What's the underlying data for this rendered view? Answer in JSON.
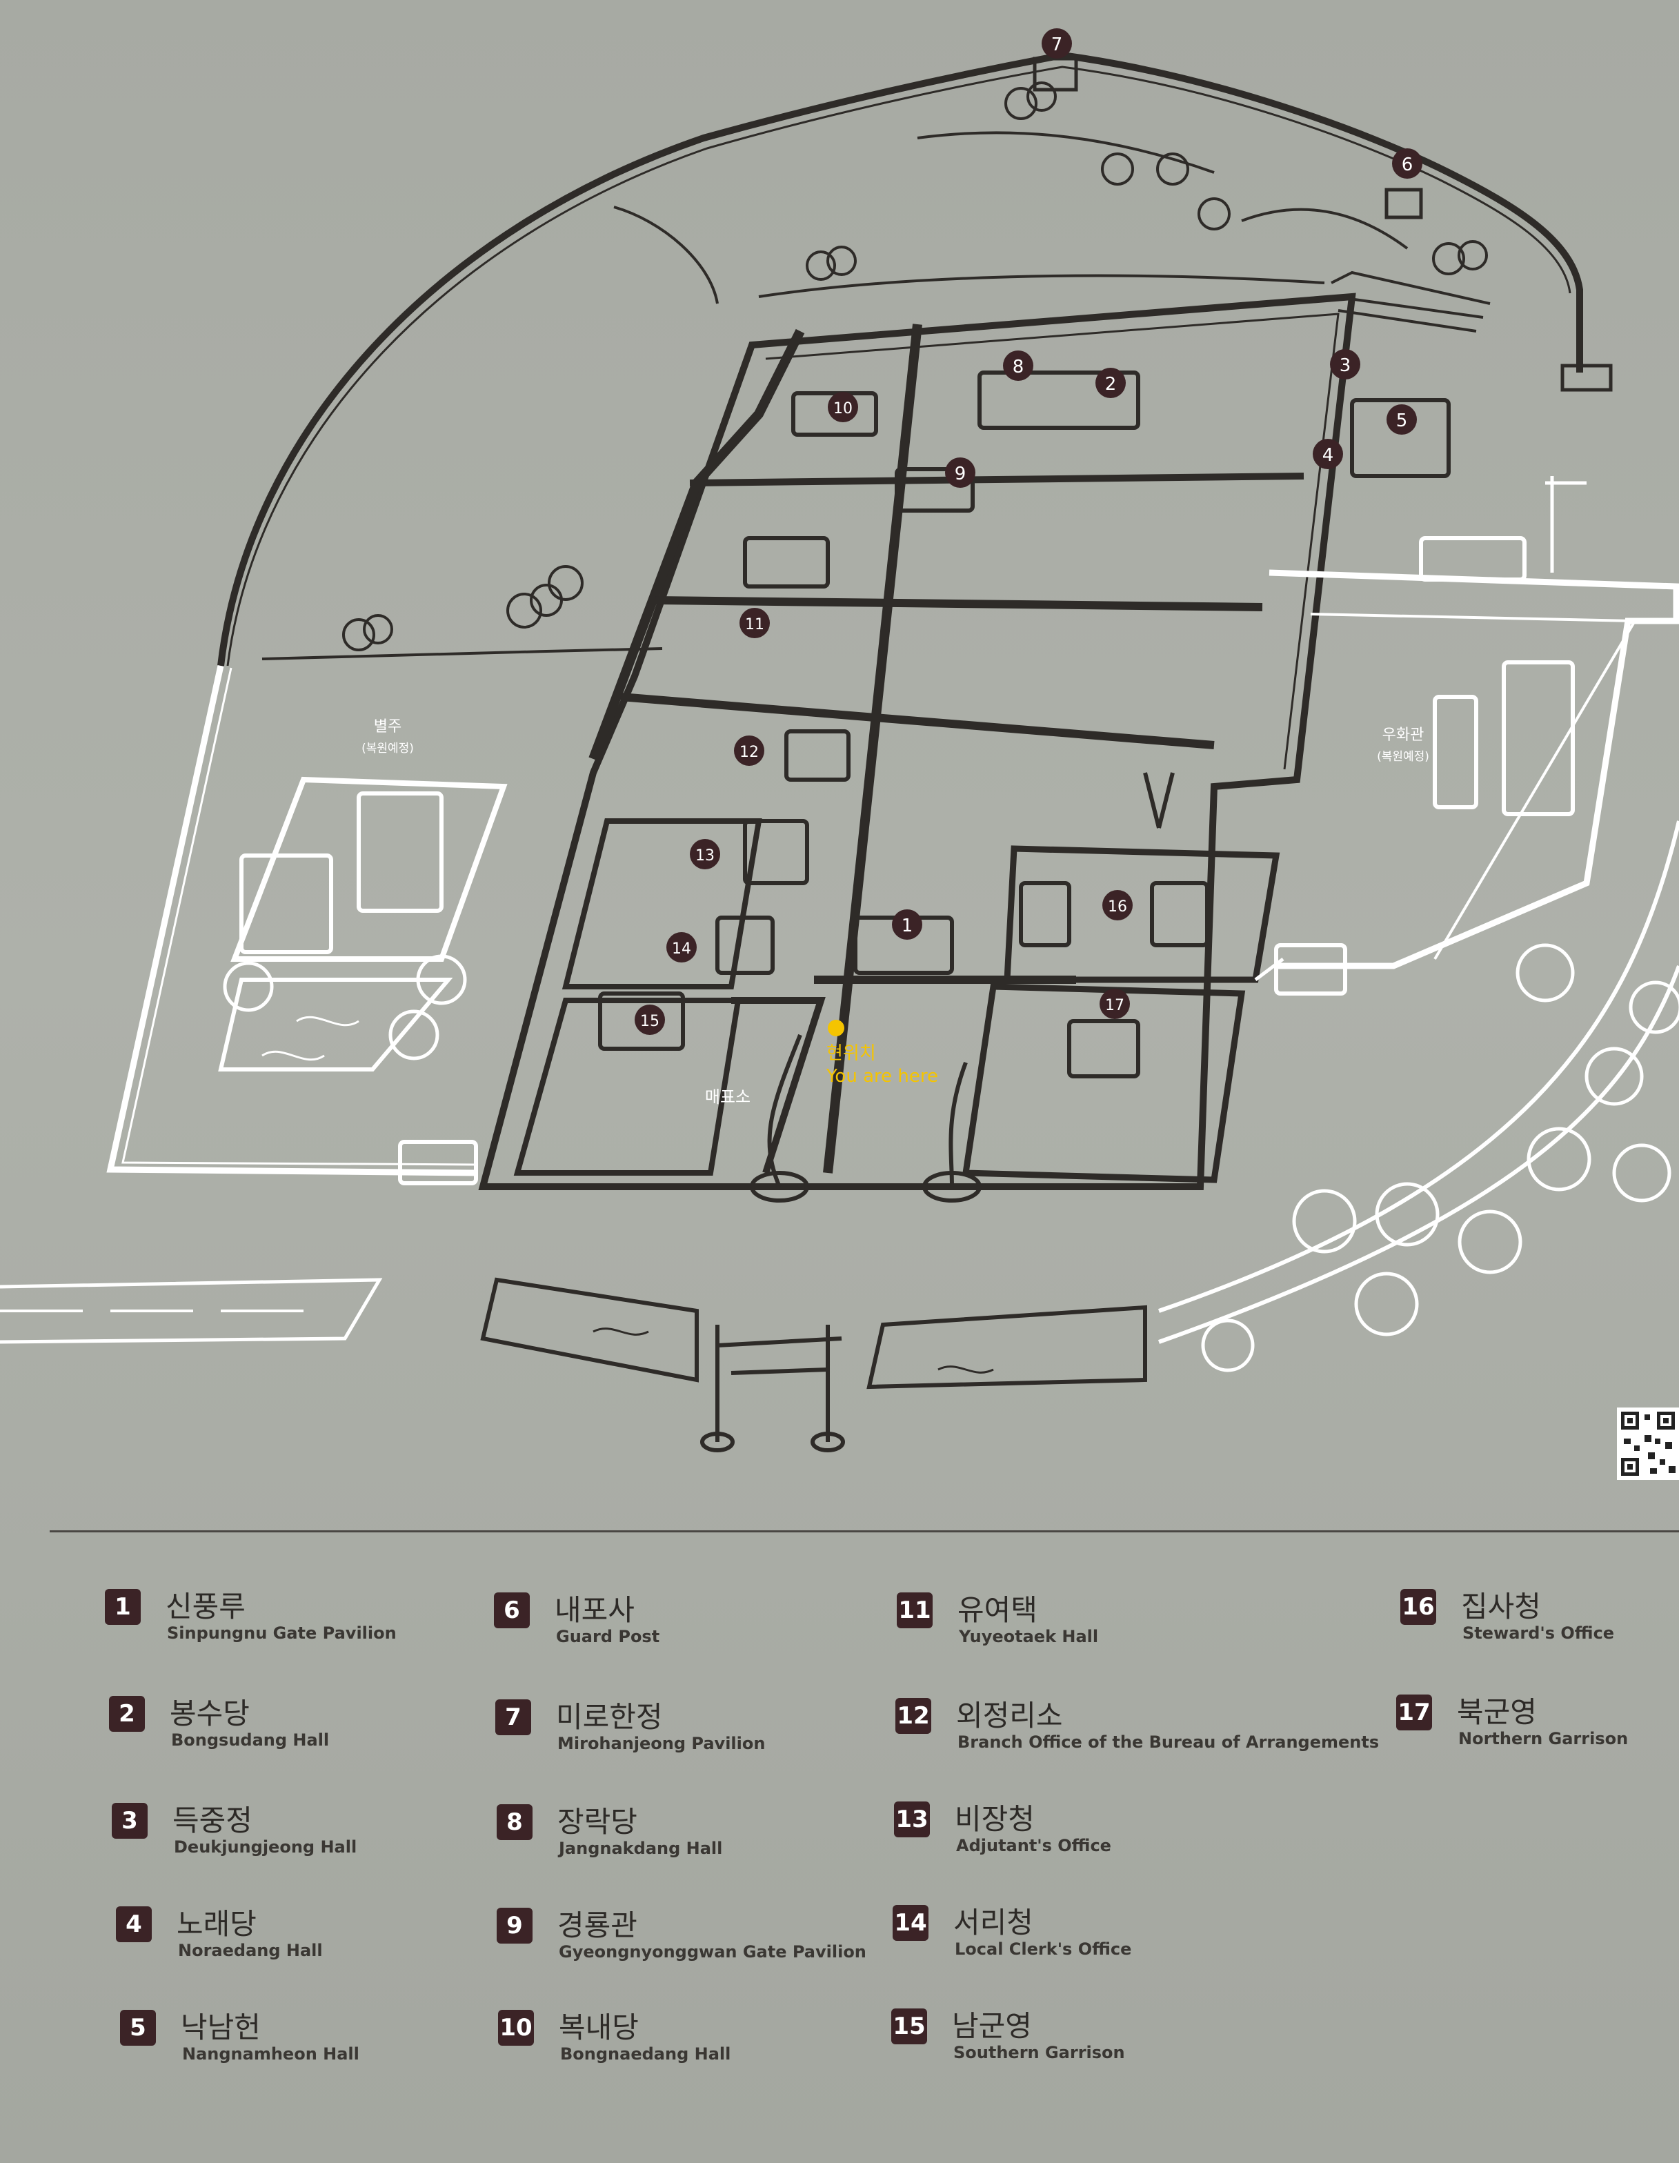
{
  "map": {
    "labels": {
      "byeolju": "별주",
      "byeolju_note": "(복원예정)",
      "uhwagwan": "우화관",
      "uhwagwan_note": "(복원예정)",
      "maepyoso": "매표소",
      "here_kr": "현위치",
      "here_en": "You are here"
    },
    "markers": [
      "1",
      "2",
      "3",
      "4",
      "5",
      "6",
      "7",
      "8",
      "9",
      "10",
      "11",
      "12",
      "13",
      "14",
      "15",
      "16",
      "17"
    ],
    "colors": {
      "badge": "#3b2326",
      "highlight": "#f5c400",
      "ink": "#2e2b28",
      "line_white": "#ffffff"
    }
  },
  "legend": [
    {
      "num": "1",
      "kr": "신풍루",
      "en": "Sinpungnu Gate Pavilion"
    },
    {
      "num": "2",
      "kr": "봉수당",
      "en": "Bongsudang Hall"
    },
    {
      "num": "3",
      "kr": "득중정",
      "en": "Deukjungjeong Hall"
    },
    {
      "num": "4",
      "kr": "노래당",
      "en": "Noraedang Hall"
    },
    {
      "num": "5",
      "kr": "낙남헌",
      "en": "Nangnamheon Hall"
    },
    {
      "num": "6",
      "kr": "내포사",
      "en": "Guard Post"
    },
    {
      "num": "7",
      "kr": "미로한정",
      "en": "Mirohanjeong Pavilion"
    },
    {
      "num": "8",
      "kr": "장락당",
      "en": "Jangnakdang Hall"
    },
    {
      "num": "9",
      "kr": "경룡관",
      "en": "Gyeongnyonggwan Gate Pavilion"
    },
    {
      "num": "10",
      "kr": "복내당",
      "en": "Bongnaedang Hall"
    },
    {
      "num": "11",
      "kr": "유여택",
      "en": "Yuyeotaek Hall"
    },
    {
      "num": "12",
      "kr": "외정리소",
      "en": "Branch Office of the Bureau of Arrangements"
    },
    {
      "num": "13",
      "kr": "비장청",
      "en": "Adjutant's Office"
    },
    {
      "num": "14",
      "kr": "서리청",
      "en": "Local Clerk's Office"
    },
    {
      "num": "15",
      "kr": "남군영",
      "en": "Southern Garrison"
    },
    {
      "num": "16",
      "kr": "집사청",
      "en": "Steward's Office"
    },
    {
      "num": "17",
      "kr": "북군영",
      "en": "Northern Garrison"
    }
  ]
}
